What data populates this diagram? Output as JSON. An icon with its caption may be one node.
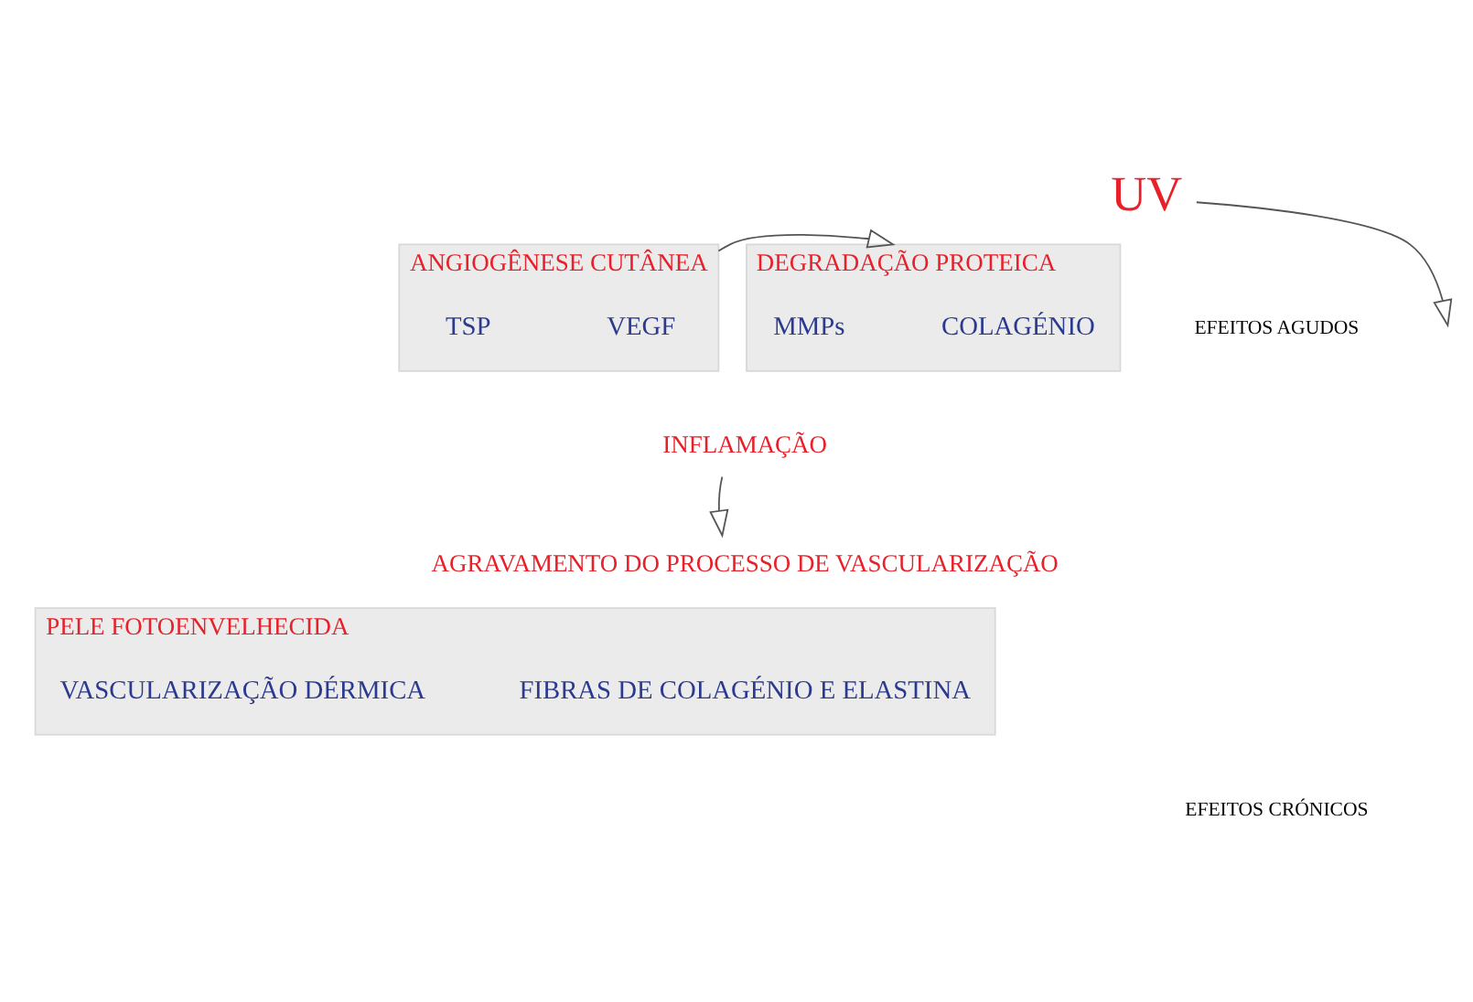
{
  "diagram": {
    "nodes": [
      {
        "text": [
          "UV"
        ]
      },
      {
        "text": [
          "ANGIOGÊNESE CUTÂNEA"
        ]
      },
      {
        "text": [
          "VEGF"
        ],
        "in": 1
      },
      {
        "text": [
          "TSP"
        ],
        "in": 1
      },
      {
        "text": [
          "DEGRADAÇÃO PROTEICA"
        ]
      },
      {
        "text": [
          "COLAGÉNIO"
        ],
        "in": 4
      },
      {
        "text": [
          "MMPs"
        ],
        "in": 4
      },
      {
        "text": [
          "INFLAMAÇÃO"
        ]
      },
      {
        "text": [
          "AGRAVAMENTO DO PROCESSO DE VASCULARIZAÇÃO"
        ]
      },
      {
        "text": [
          "PELE FOTOENVELHECIDA"
        ]
      },
      {
        "text": [
          "FIBRAS DE COLAGÉNIO E ELASTINA"
        ],
        "in": 9
      },
      {
        "text": [
          "VASCULARIZAÇÃO DÉRMICA"
        ],
        "in": 9
      }
    ],
    "edges": [
      {
        "from": 0,
        "to": null,
        "arrow": "to"
      },
      {
        "from": 1,
        "to": 4,
        "arrow": "to"
      },
      {
        "from": 7,
        "to": 8,
        "arrow": "to"
      }
    ],
    "labels": [
      "EFEITOS AGUDOS",
      "EFEITOS CRÓNICOS"
    ]
  }
}
